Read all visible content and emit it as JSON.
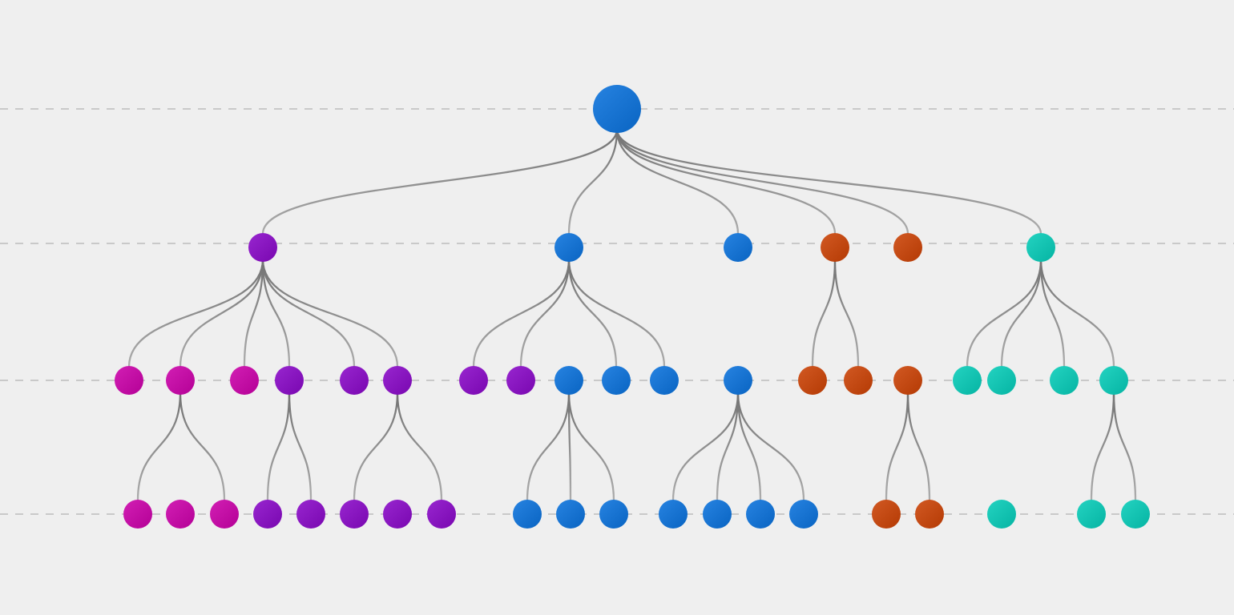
{
  "colors": {
    "background": "#efefef",
    "level_line": "#c9c9c9",
    "edge": "#7f7f7f",
    "magenta": "#cc00aa",
    "purple": "#8a08c8",
    "blue": "#0a72dd",
    "orange": "#cc4205",
    "teal": "#06cdb9"
  },
  "tree": {
    "id": "root",
    "color": "blue",
    "children": [
      {
        "id": "p1",
        "color": "purple",
        "children": [
          {
            "id": "p1-1",
            "color": "magenta",
            "children": []
          },
          {
            "id": "p1-2",
            "color": "magenta",
            "children": [
              {
                "id": "p1-2-1",
                "color": "magenta",
                "children": []
              },
              {
                "id": "p1-2-2",
                "color": "magenta",
                "children": []
              },
              {
                "id": "p1-2-3",
                "color": "magenta",
                "children": []
              }
            ]
          },
          {
            "id": "p1-3",
            "color": "magenta",
            "children": []
          },
          {
            "id": "p1-4",
            "color": "purple",
            "children": [
              {
                "id": "p1-4-1",
                "color": "purple",
                "children": []
              },
              {
                "id": "p1-4-2",
                "color": "purple",
                "children": []
              }
            ]
          },
          {
            "id": "p1-5",
            "color": "purple",
            "children": []
          },
          {
            "id": "p1-6",
            "color": "purple",
            "children": [
              {
                "id": "p1-6-1",
                "color": "purple",
                "children": []
              },
              {
                "id": "p1-6-2",
                "color": "purple",
                "children": []
              },
              {
                "id": "p1-6-3",
                "color": "purple",
                "children": []
              }
            ]
          }
        ]
      },
      {
        "id": "b1",
        "color": "blue",
        "children": [
          {
            "id": "b1-1",
            "color": "purple",
            "children": []
          },
          {
            "id": "b1-2",
            "color": "purple",
            "children": []
          },
          {
            "id": "b1-3",
            "color": "blue",
            "children": [
              {
                "id": "b1-3-1",
                "color": "blue",
                "children": []
              },
              {
                "id": "b1-3-2",
                "color": "blue",
                "children": []
              },
              {
                "id": "b1-3-3",
                "color": "blue",
                "children": []
              }
            ]
          },
          {
            "id": "b1-4",
            "color": "blue",
            "children": []
          },
          {
            "id": "b1-5",
            "color": "blue",
            "children": []
          }
        ]
      },
      {
        "id": "b2",
        "color": "blue",
        "children": [
          {
            "id": "b2-1",
            "color": "blue",
            "children": [
              {
                "id": "b2-1-1",
                "color": "blue",
                "children": []
              },
              {
                "id": "b2-1-2",
                "color": "blue",
                "children": []
              },
              {
                "id": "b2-1-3",
                "color": "blue",
                "children": []
              },
              {
                "id": "b2-1-4",
                "color": "blue",
                "children": []
              }
            ]
          }
        ]
      },
      {
        "id": "o1",
        "color": "orange",
        "children": [
          {
            "id": "o1-1",
            "color": "orange",
            "children": []
          },
          {
            "id": "o1-2",
            "color": "orange",
            "children": []
          }
        ]
      },
      {
        "id": "o2",
        "color": "orange",
        "children": [
          {
            "id": "o2-1",
            "color": "orange",
            "children": [
              {
                "id": "o2-1-1",
                "color": "orange",
                "children": []
              },
              {
                "id": "o2-1-2",
                "color": "orange",
                "children": []
              }
            ]
          }
        ]
      },
      {
        "id": "t1",
        "color": "teal",
        "children": [
          {
            "id": "t1-1",
            "color": "teal",
            "children": []
          },
          {
            "id": "t1-2",
            "color": "teal",
            "children": [
              {
                "id": "t1-2-1",
                "color": "teal",
                "children": []
              }
            ]
          },
          {
            "id": "t1-3",
            "color": "teal",
            "children": []
          },
          {
            "id": "t1-4",
            "color": "teal",
            "children": [
              {
                "id": "t1-4-1",
                "color": "teal",
                "children": []
              },
              {
                "id": "t1-4-2",
                "color": "teal",
                "children": []
              }
            ]
          }
        ]
      }
    ]
  }
}
